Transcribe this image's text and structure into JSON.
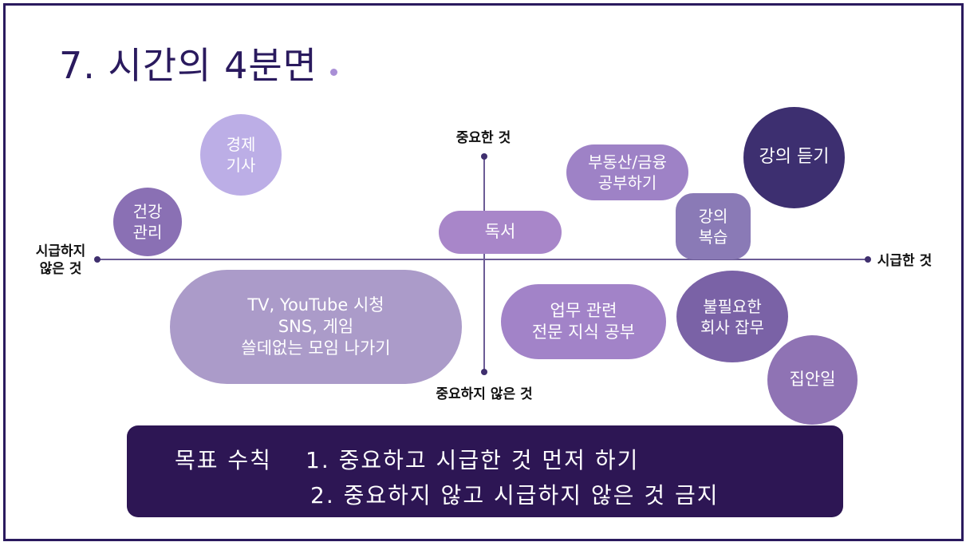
{
  "slide": {
    "title": "7. 시간의 4분면"
  },
  "axes": {
    "top": "중요한 것",
    "bottom": "중요하지 않은 것",
    "left": "시급하지\n않은 것",
    "right": "시급한 것"
  },
  "bubbles": [
    {
      "text": "경제\n기사",
      "color": "#bcaee6"
    },
    {
      "text": "건강\n관리",
      "color": "#8a70b4"
    },
    {
      "text": "독서",
      "color": "#a886c9"
    },
    {
      "text": "부동산/금융\n공부하기",
      "color": "#9e82c6"
    },
    {
      "text": "강의 듣기",
      "color": "#3d2f70"
    },
    {
      "text": "강의\n복습",
      "color": "#8a7ab6"
    },
    {
      "text": "TV, YouTube 시청\nSNS, 게임\n쓸데없는 모임 나가기",
      "color": "#ab9bc9"
    },
    {
      "text": "업무 관련\n전문 지식 공부",
      "color": "#a283c8"
    },
    {
      "text": "불필요한\n회사 잡무",
      "color": "#7a62a6"
    },
    {
      "text": "집안일",
      "color": "#8f73b4"
    }
  ],
  "goal": {
    "heading": "목표 수칙",
    "rule1": "1. 중요하고 시급한 것 먼저 하기",
    "rule2": "2. 중요하지 않고 시급하지 않은 것 금지"
  }
}
